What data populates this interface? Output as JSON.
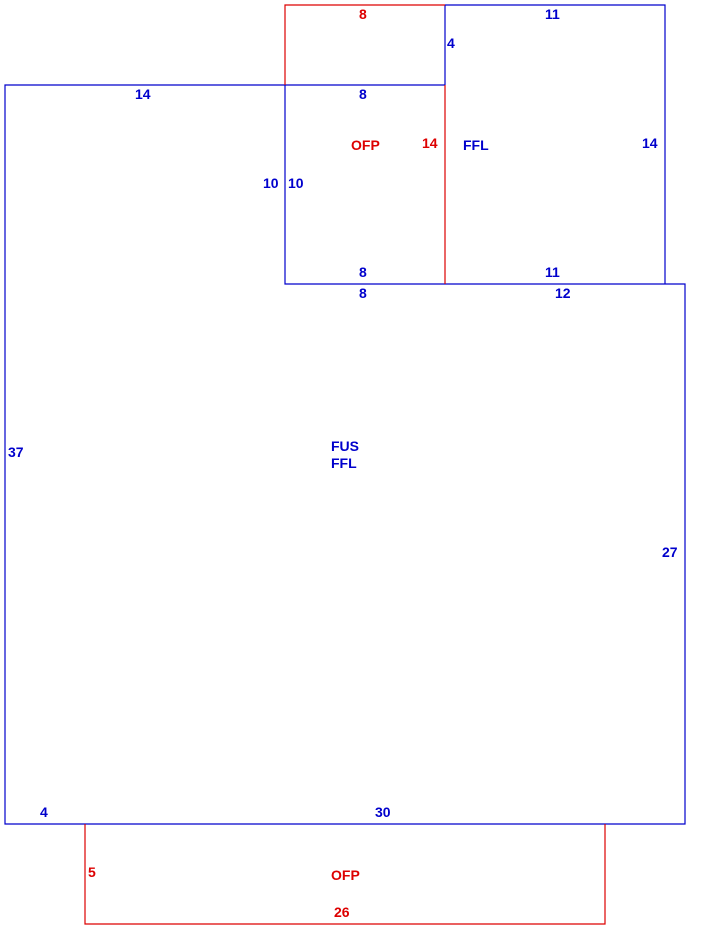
{
  "colors": {
    "main": "#0000cc",
    "porch": "#dd0000"
  },
  "areas": {
    "upper_ofp": "OFP",
    "upper_ffl": "FFL",
    "main_fus": "FUS",
    "main_ffl": "FFL",
    "lower_ofp": "OFP"
  },
  "dims": {
    "ofp_top": "8",
    "ffl_top": "11",
    "small_4": "4",
    "left_14": "14",
    "ofp_inner_8": "8",
    "ofp_right_14": "14",
    "ffl_right_14": "14",
    "left_10": "10",
    "inner_10": "10",
    "ofp_bottom_8": "8",
    "ffl_bottom_11": "11",
    "main_top_8": "8",
    "main_top_12": "12",
    "main_left_37": "37",
    "main_right_27": "27",
    "main_bottom_4": "4",
    "main_bottom_30": "30",
    "lower_left_5": "5",
    "lower_bottom_26": "26"
  }
}
